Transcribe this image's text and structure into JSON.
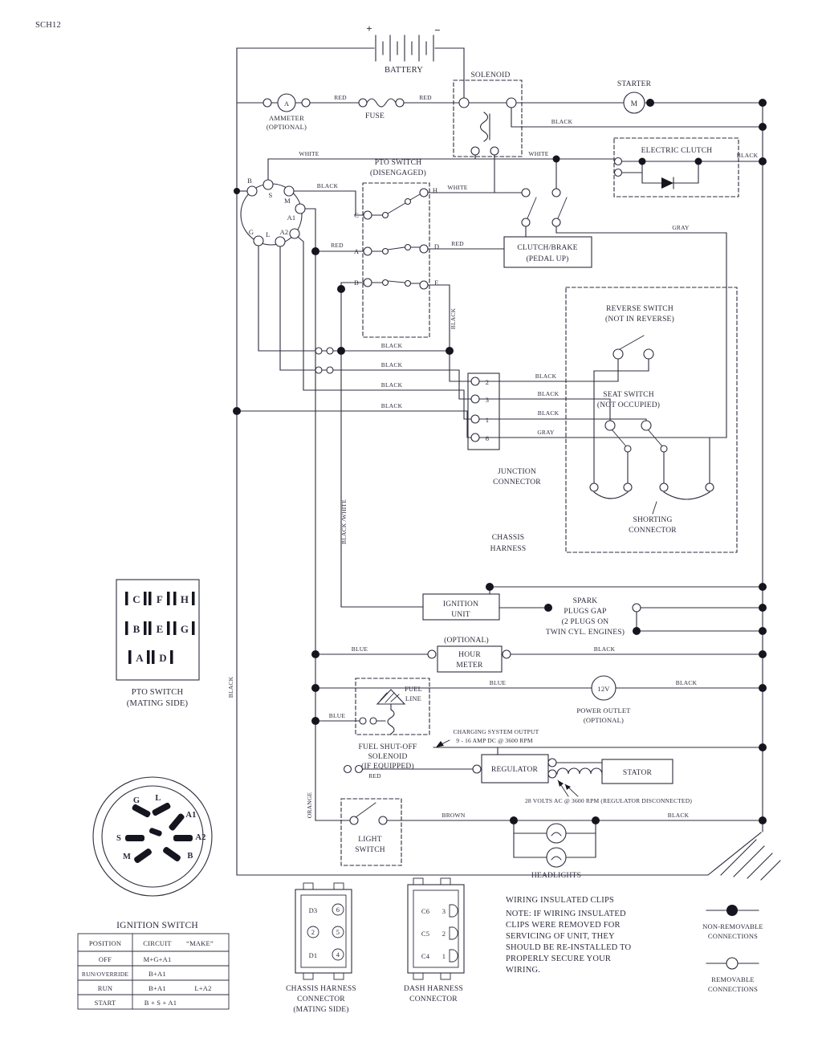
{
  "sheet": {
    "id": "SCH12"
  },
  "wire_colors": {
    "red": "RED",
    "black": "BLACK",
    "white": "WHITE",
    "gray": "GRAY",
    "blue": "BLUE",
    "brown": "BROWN",
    "orange": "ORANGE",
    "black_white": "BLACK /WHITE"
  },
  "battery": {
    "label": "BATTERY",
    "plus": "+",
    "minus": "−"
  },
  "solenoid": {
    "label": "SOLENOID"
  },
  "starter": {
    "label": "STARTER",
    "symbol": "M"
  },
  "ammeter": {
    "symbol": "A",
    "label1": "AMMETER",
    "label2": "(OPTIONAL)"
  },
  "fuse": {
    "label": "FUSE"
  },
  "electric_clutch": {
    "label": "ELECTRIC CLUTCH"
  },
  "ignition_switch_schematic": {
    "terminals": {
      "b": "B",
      "s": "S",
      "m": "M",
      "a1": "A1",
      "a2": "A2",
      "l": "L",
      "g": "G"
    }
  },
  "pto_switch": {
    "label1": "PTO SWITCH",
    "label2": "(DISENGAGED)",
    "terminals": {
      "c": "C",
      "h": "H",
      "a": "A",
      "d": "D",
      "b": "B",
      "e": "E"
    }
  },
  "clutch_brake": {
    "label1": "CLUTCH/BRAKE",
    "label2": "(PEDAL UP)"
  },
  "reverse_switch": {
    "label1": "REVERSE SWITCH",
    "label2": "(NOT IN REVERSE)"
  },
  "seat_switch": {
    "label1": "SEAT SWITCH",
    "label2": "(NOT OCCUPIED)"
  },
  "junction_connector": {
    "label1": "JUNCTION",
    "label2": "CONNECTOR",
    "pins": [
      "2",
      "3",
      "1",
      "6"
    ]
  },
  "shorting_connector": {
    "label1": "SHORTING",
    "label2": "CONNECTOR"
  },
  "chassis_harness": {
    "label1": "CHASSIS",
    "label2": "HARNESS"
  },
  "ignition_unit": {
    "label1": "IGNITION",
    "label2": "UNIT"
  },
  "spark_plugs": {
    "line1": "SPARK",
    "line2": "PLUGS GAP",
    "line3": "(2 PLUGS ON",
    "line4": "TWIN CYL. ENGINES)"
  },
  "hour_meter": {
    "optional": "(OPTIONAL)",
    "label1": "HOUR",
    "label2": "METER"
  },
  "power_outlet": {
    "symbol": "12V",
    "label1": "POWER OUTLET",
    "label2": "(OPTIONAL)"
  },
  "fuel": {
    "line1": "FUEL",
    "line2": "LINE",
    "shutoff1": "FUEL SHUT-OFF",
    "shutoff2": "SOLENOID",
    "shutoff3": "(IF EQUIPPED)"
  },
  "charging": {
    "line1": "CHARGING SYSTEM OUTPUT",
    "line2": "9 - 16 AMP DC @ 3600 RPM"
  },
  "regulator": {
    "label": "REGULATOR"
  },
  "stator": {
    "label": "STATOR",
    "note": "28 VOLTS AC @ 3600 RPM (REGULATOR DISCONNECTED)"
  },
  "light_switch": {
    "label1": "LIGHT",
    "label2": "SWITCH"
  },
  "headlights": {
    "label": "HEADLIGHTS"
  },
  "pto_mating": {
    "label1": "PTO SWITCH",
    "label2": "(MATING SIDE)",
    "pins": [
      "C",
      "F",
      "H",
      "B",
      "E",
      "G",
      "A",
      "D"
    ]
  },
  "ignition_connector": {
    "label": "IGNITION SWITCH",
    "pins": {
      "g": "G",
      "l": "L",
      "a1": "A1",
      "a2": "A2",
      "s": "S",
      "m": "M",
      "b": "B"
    }
  },
  "ignition_table": {
    "headers": [
      "POSITION",
      "CIRCUIT",
      "“MAKE”"
    ],
    "rows": [
      {
        "position": "OFF",
        "circuit": "M+G+A1",
        "extra": ""
      },
      {
        "position": "RUN/OVERRIDE",
        "circuit": "B+A1",
        "extra": ""
      },
      {
        "position": "RUN",
        "circuit": "B+A1",
        "extra": "L+A2"
      },
      {
        "position": "START",
        "circuit": "B + S + A1",
        "extra": ""
      }
    ]
  },
  "chassis_connector": {
    "label1": "CHASSIS HARNESS",
    "label2": "CONNECTOR",
    "label3": "(MATING SIDE)",
    "pins_left": [
      "D3",
      "2",
      "D1"
    ],
    "pins_right": [
      "6",
      "5",
      "4"
    ]
  },
  "dash_connector": {
    "label1": "DASH HARNESS",
    "label2": "CONNECTOR",
    "pins_left": [
      "C6",
      "C5",
      "C4"
    ],
    "pins_right": [
      "3",
      "2",
      "1"
    ]
  },
  "note": {
    "line1": "WIRING INSULATED CLIPS",
    "line2": "NOTE:  IF WIRING INSULATED",
    "line3": "CLIPS WERE REMOVED FOR",
    "line4": "SERVICING OF UNIT, THEY",
    "line5": "SHOULD BE RE-INSTALLED TO",
    "line6": "PROPERLY SECURE YOUR",
    "line7": "WIRING."
  },
  "legend": {
    "non_removable1": "NON-REMOVABLE",
    "non_removable2": "CONNECTIONS",
    "removable1": "REMOVABLE",
    "removable2": "CONNECTIONS"
  }
}
